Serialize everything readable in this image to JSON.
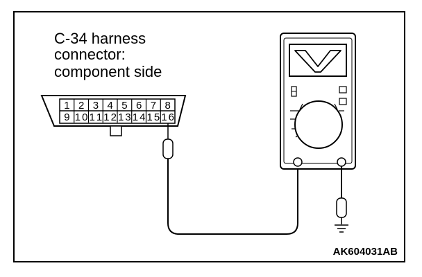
{
  "title": {
    "line1": "C-34 harness",
    "line2": "connector:",
    "line3": "component side"
  },
  "connector": {
    "top_pins": [
      "1",
      "2",
      "3",
      "4",
      "5",
      "6",
      "7",
      "8"
    ],
    "bottom_pins": [
      "9",
      "10",
      "11",
      "12",
      "13",
      "14",
      "15",
      "16"
    ],
    "probed_pin": "16"
  },
  "meter": {
    "display_symbol": "V",
    "mode": "voltage"
  },
  "figure_code": "AK604031AB"
}
